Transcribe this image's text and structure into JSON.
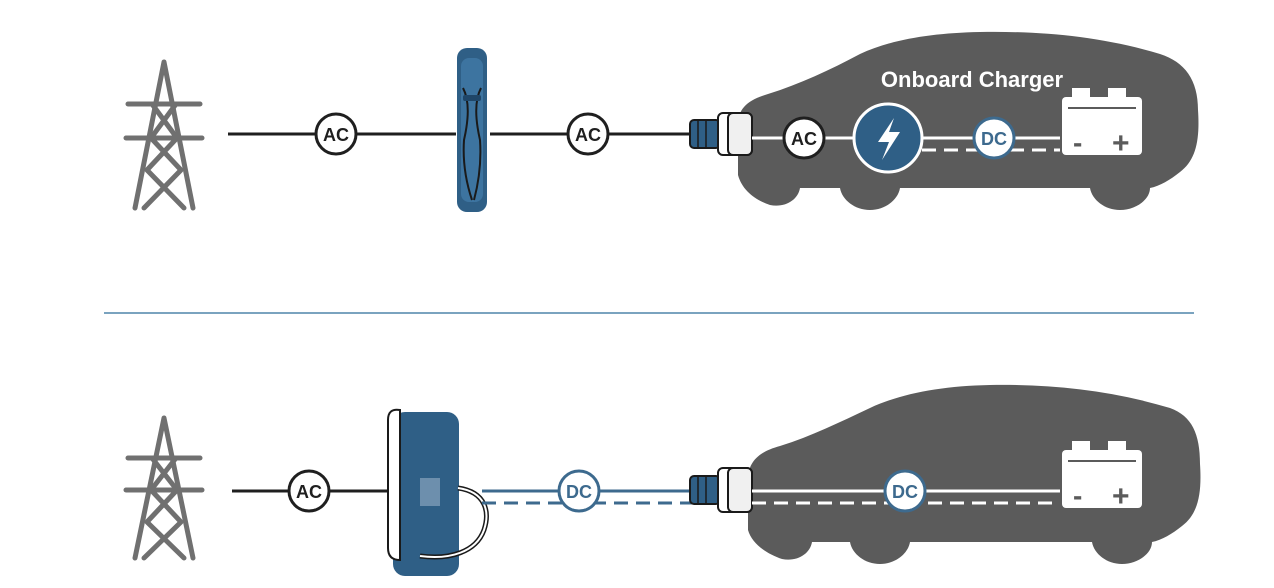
{
  "colors": {
    "background": "#ffffff",
    "line": "#1f1f1f",
    "dc_blue": "#3d6a8e",
    "charger_blue": "#2f5f86",
    "car_gray": "#5b5b5b",
    "tower_gray": "#707070",
    "divider": "#7aa3bf"
  },
  "ac_path": {
    "label_grid_to_station": "AC",
    "label_station_to_car": "AC",
    "label_in_car": "AC",
    "onboard_charger_label": "Onboard Charger",
    "label_after_charger": "DC",
    "onboard_charger_icon": "lightning-bolt-icon",
    "battery_icon": "battery-icon",
    "battery_minus": "-",
    "battery_plus": "+"
  },
  "dc_path": {
    "label_grid_to_station": "AC",
    "label_station_to_car": "DC",
    "label_in_car": "DC",
    "battery_icon": "battery-icon",
    "battery_minus": "-",
    "battery_plus": "+"
  },
  "icons": {
    "tower": "power-tower-icon",
    "level2_station": "ev-charging-post-icon",
    "dc_station": "dc-fast-charger-icon",
    "plug": "charging-plug-icon",
    "car": "electric-car-icon"
  }
}
